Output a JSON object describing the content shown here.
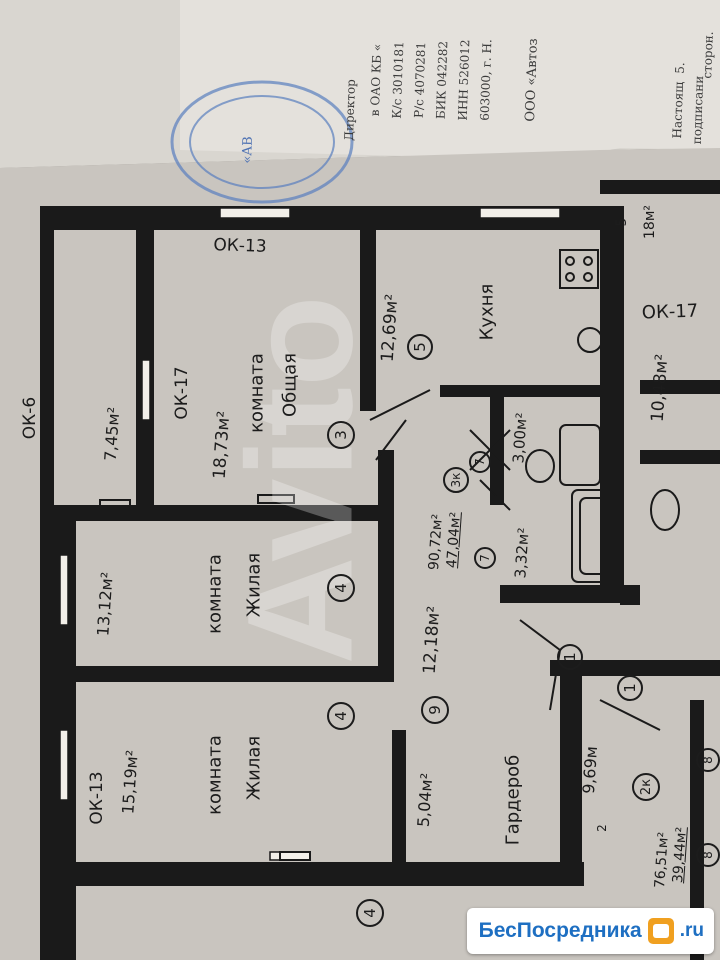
{
  "document_header": {
    "company": "ООО «Автоз",
    "address_line": "603000, г. Н.",
    "inn_line": "ИНН 526012",
    "bik_line": "БИК 042282",
    "rs_line": "Р/с 4070281",
    "ks_line": "К/с 3010181",
    "bank_line": "в ОАО КБ «",
    "director": "Директор",
    "clause_num": "5.",
    "clause_text": "Настоящ",
    "clause_text2": "подписани",
    "top_right": "сторон.",
    "stamp_text": "«АВ"
  },
  "plan": {
    "window_labels": {
      "ok13_top": "ОК-13",
      "ok17_left": "ОК-17",
      "ok17_right": "ОК-17",
      "ok6": "ОК-6",
      "ok13_bottom": "ОК-13"
    },
    "rooms": {
      "kitchen_name": "Кухня",
      "kitchen_area": "12,69м²",
      "kitchen_num": "5",
      "living_name_1": "Общая",
      "living_name_2": "комната",
      "living_area": "18,73м²",
      "living_num": "3",
      "loggia_area": "7,45м²",
      "bed1_name_1": "Жилая",
      "bed1_name_2": "комната",
      "bed1_area": "13,12м²",
      "bed1_num": "4",
      "bed2_name_1": "Жилая",
      "bed2_name_2": "комната",
      "bed2_area": "15,19м²",
      "bed2_num": "4",
      "bed2_num_bottom": "4",
      "hall_area": "12,18м²",
      "hall_num": "9",
      "wardrobe_name": "Гардероб",
      "wardrobe_area": "5,04м²",
      "wc_area": "3,00м²",
      "wc_num": "7",
      "bath_area": "3,32м²",
      "bath_num": "7",
      "apt_code": "3к",
      "apt_living": "47,04м²",
      "apt_total": "90,72м²",
      "entry_num_1": "1",
      "entry_num_2": "1"
    },
    "neighbor": {
      "top_area": "18м²",
      "top_num": "5",
      "room_area": "10,48м²",
      "hall_area": "9,69м",
      "hall_sup": "2",
      "apt_code": "2к",
      "apt_living": "39,44м²",
      "apt_total": "76,51м²",
      "num8": "8",
      "num8b": "8"
    }
  },
  "watermark": "Avito",
  "badge": {
    "text": "БесПосредника",
    "suffix": ".ru"
  }
}
